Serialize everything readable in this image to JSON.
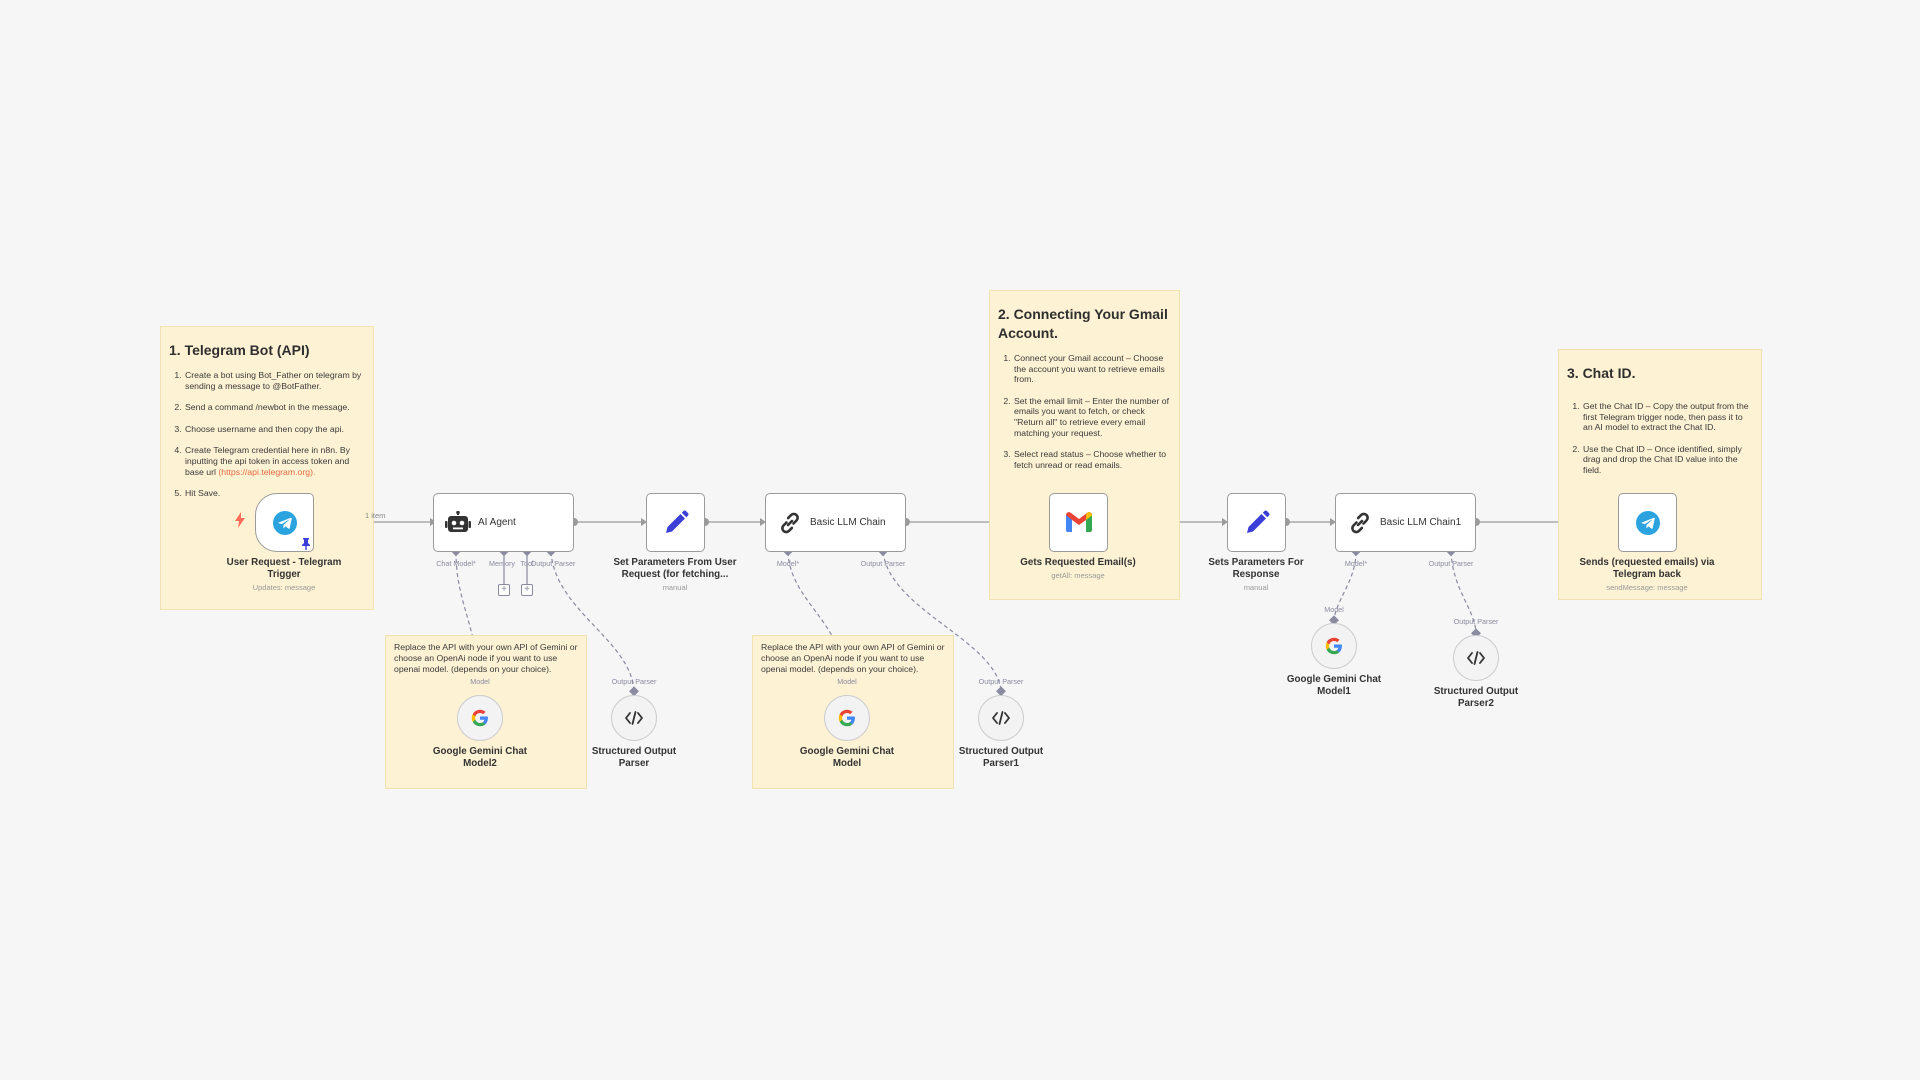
{
  "colors": {
    "canvas_bg": "#f6f6f7",
    "sticky_bg": "#fdf2d3",
    "connection": "#9b9b9b",
    "sub_port": "#8a8aa0",
    "telegram": "#2aa3df",
    "pen": "#3b3fd6",
    "link_text": "#e86b44"
  },
  "notes": {
    "telegram": {
      "title": "1. Telegram Bot (API)",
      "items": [
        "Create a bot using Bot_Father on telegram by sending a message to @BotFather.",
        "Send a command /newbot in the message.",
        "Choose username and then copy the api.",
        "Create Telegram credential here in n8n. By inputting the api token in access token and base url",
        "Hit Save."
      ],
      "url": "(https://api.telegram.org).",
      "url_prefix": ""
    },
    "gmail": {
      "title": "2. Connecting Your Gmail Account.",
      "items": [
        "Connect your Gmail account – Choose the account you want to retrieve emails from.",
        "Set the email limit – Enter the number of emails you want to fetch, or check \"Return all\" to retrieve every email matching your request.",
        "Select read status – Choose whether to fetch unread or read emails."
      ]
    },
    "chatid": {
      "title": "3. Chat ID.",
      "items": [
        "Get the Chat ID – Copy the output from the first Telegram trigger node, then pass it to an AI model to extract the Chat ID.",
        "Use the Chat ID – Once identified, simply drag and drop the Chat ID value into the field."
      ]
    },
    "gemini_note_1": "Replace the API with your own API of Gemini or choose an OpenAi node if you want to use openai model. (depends on your choice).",
    "gemini_note_2": "Replace the API with your own API of Gemini or choose an OpenAi node if you want to use openai model. (depends on your choice)."
  },
  "edge_labels": {
    "trigger_to_agent": "1 item"
  },
  "nodes": {
    "trigger": {
      "label": "User Request - Telegram Trigger",
      "sub": "Updates: message",
      "icon": "telegram-icon"
    },
    "agent": {
      "title": "AI Agent",
      "icon": "robot-icon",
      "ports": [
        "Chat Model*",
        "Memory",
        "Tool",
        "Output Parser"
      ]
    },
    "set_params": {
      "label": "Set Parameters From User Request (for fetching...",
      "sub": "manual",
      "icon": "pen-icon"
    },
    "llm_chain": {
      "title": "Basic LLM Chain",
      "icon": "link-icon",
      "ports": [
        "Model*",
        "Output Parser"
      ]
    },
    "gmail": {
      "label": "Gets Requested Email(s)",
      "sub": "getAll: message",
      "icon": "gmail-icon"
    },
    "set_resp": {
      "label": "Sets Parameters For Response",
      "sub": "manual",
      "icon": "pen-icon"
    },
    "llm_chain1": {
      "title": "Basic LLM Chain1",
      "icon": "link-icon",
      "ports": [
        "Model*",
        "Output Parser"
      ]
    },
    "send": {
      "label": "Sends (requested emails) via Telegram back",
      "sub": "sendMessage: message",
      "icon": "telegram-icon"
    },
    "gemini2": {
      "label": "Google Gemini Chat Model2",
      "port": "Model",
      "icon": "google-icon"
    },
    "parser": {
      "label": "Structured Output Parser",
      "port": "Output Parser",
      "icon": "code-icon"
    },
    "gemini": {
      "label": "Google Gemini Chat Model",
      "port": "Model",
      "icon": "google-icon"
    },
    "parser1": {
      "label": "Structured Output Parser1",
      "port": "Output Parser",
      "icon": "code-icon"
    },
    "gemini1": {
      "label": "Google Gemini Chat Model1",
      "port": "Model",
      "icon": "google-icon"
    },
    "parser2": {
      "label": "Structured Output Parser2",
      "port": "Output Parser",
      "icon": "code-icon"
    }
  }
}
